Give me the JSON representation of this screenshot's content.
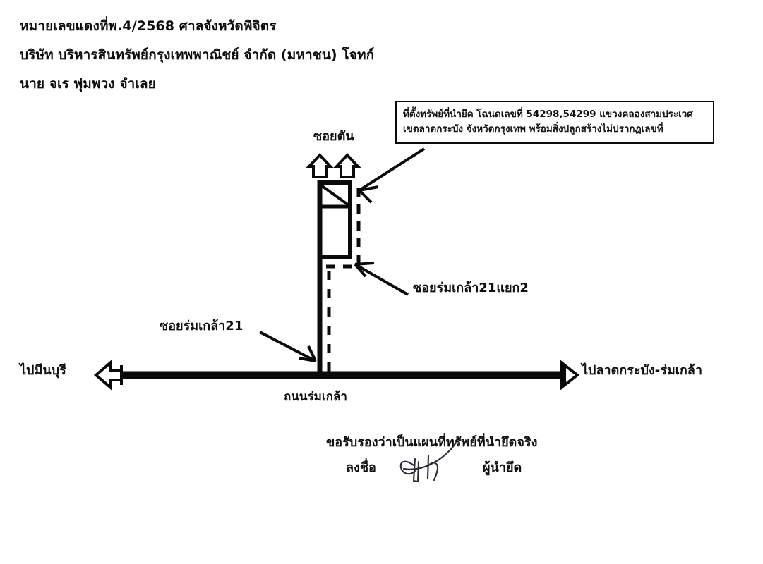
{
  "document": {
    "header_lines": [
      "หมายเลขแดงที่พ.4/2568 ศาลจังหวัดพิจิตร",
      "บริษัท บริหารสินทรัพย์กรุงเทพพาณิชย์ จำกัด (มหาชน) โจทก์",
      "นาย จเร พุ่มพวง จำเลย"
    ]
  },
  "info_box": {
    "lines": [
      "ที่ตั้งทรัพย์ที่นำยึด โฉนดเลขที่ 54298,54299 แขวงคลองสามประเวศ",
      "เขตลาดกระบัง จังหวัดกรุงเทพ พร้อมสิ่งปลูกสร้างไม่ปรากฏเลขที่"
    ],
    "title_numbers": "54298,54299"
  },
  "map": {
    "soi_tan": "ซอยตัน",
    "soi_romklao_21_yaek_2": "ซอยร่มเกล้า21แยก2",
    "soi_romklao_21": "ซอยร่มเกล้า21",
    "to_minburi": "ไปมีนบุรี",
    "to_latkrabang_romklao": "ไปลาดกระบัง-ร่มเกล้า",
    "main_road": "ถนนร่มเกล้า"
  },
  "footer": {
    "certification": "ขอรับรองว่าเป็นแผนที่ทรัพย์ที่นำยึดจริง",
    "sign_label": "ลงชื่อ",
    "role_label": "ผู้นำยึด",
    "signature": "handwritten-signature"
  },
  "colors": {
    "ink": "#100f0f",
    "line": "#0a0a0a",
    "paper": "#ffffff"
  }
}
